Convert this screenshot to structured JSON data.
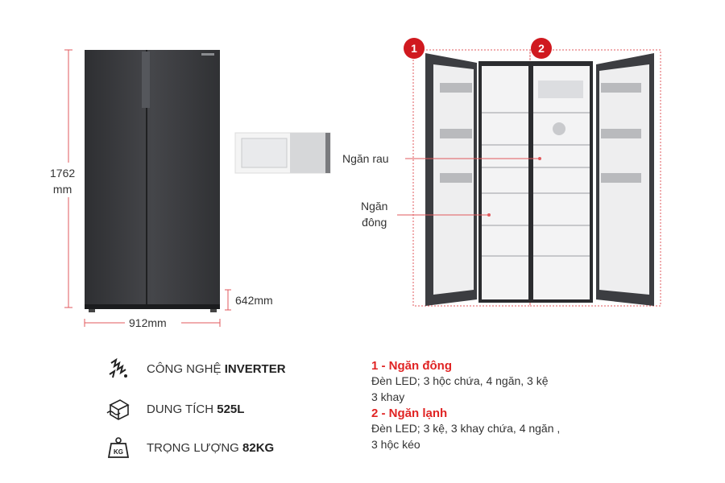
{
  "dimensions": {
    "height_value": "1762",
    "height_unit": "mm",
    "width": "912mm",
    "depth": "642mm"
  },
  "callouts": {
    "vegetable": "Ngăn rau",
    "freezer_line1": "Ngăn",
    "freezer_line2": "đông"
  },
  "badges": [
    "1",
    "2"
  ],
  "specs": [
    {
      "icon": "inverter-chip-icon",
      "prefix": "CÔNG NGHỆ ",
      "value": "INVERTER"
    },
    {
      "icon": "capacity-box-icon",
      "prefix": "DUNG TÍCH ",
      "value": "525L"
    },
    {
      "icon": "weight-kg-icon",
      "prefix": "TRỌNG LƯỢNG ",
      "value": "82KG"
    }
  ],
  "compartments": [
    {
      "title": "1 - Ngăn đông",
      "line1": "Đèn LED; 3 hộc chứa, 4 ngăn, 3 kệ",
      "line2": "3 khay"
    },
    {
      "title": "2 - Ngăn lạnh",
      "line1": "Đèn LED; 3 kệ, 3 khay chứa, 4 ngăn ,",
      "line2": "3 hộc kéo"
    }
  ],
  "colors": {
    "accent": "#e02424",
    "fridge_body": "#3a3b3e"
  }
}
